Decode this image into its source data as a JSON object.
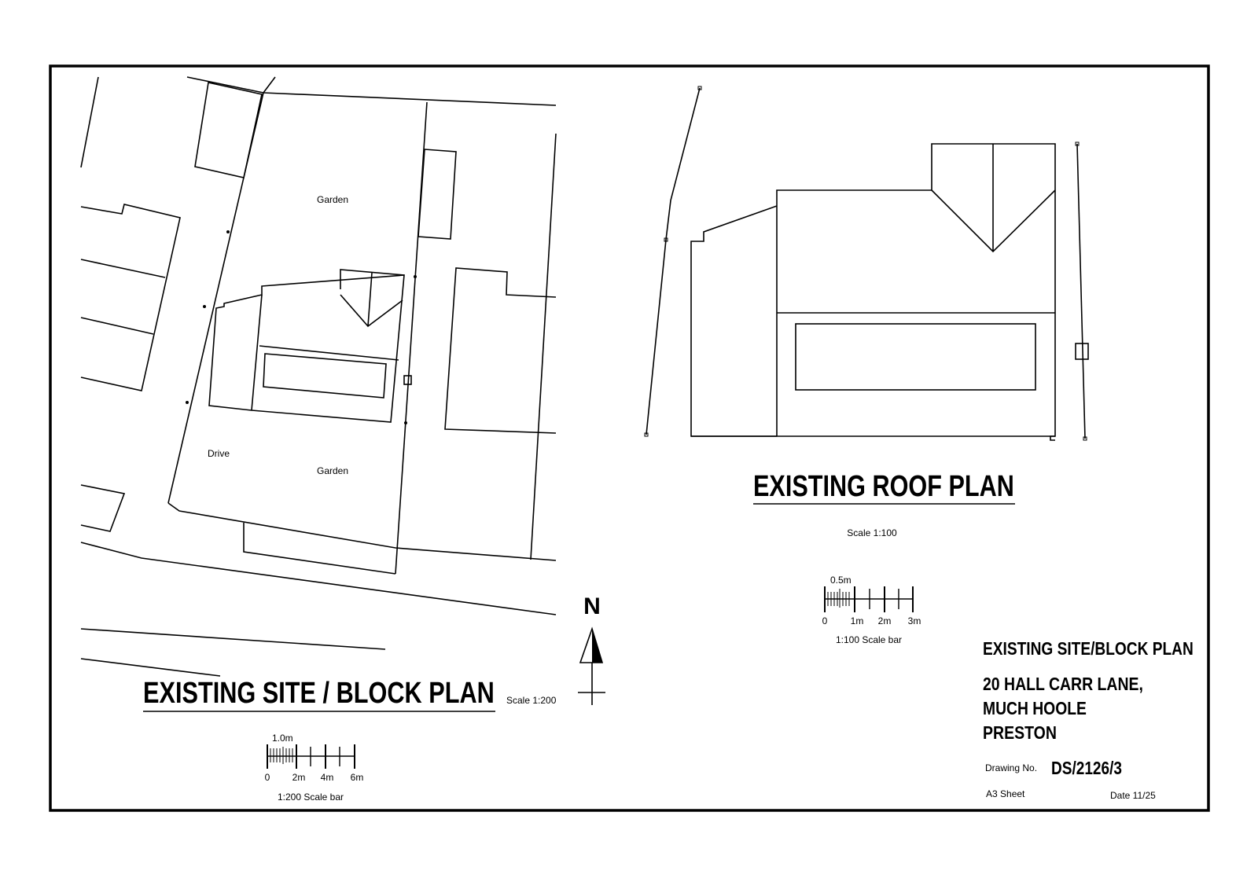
{
  "site_plan": {
    "title": "EXISTING SITE / BLOCK PLAN",
    "scale": "Scale 1:200",
    "labels": {
      "garden_top": "Garden",
      "garden_bottom": "Garden",
      "drive": "Drive"
    },
    "scale_bar": {
      "caption": "1:200 Scale bar",
      "sub_label": "1.0m",
      "ticks": [
        "0",
        "2m",
        "4m",
        "6m"
      ]
    }
  },
  "north_arrow": {
    "label": "N"
  },
  "roof_plan": {
    "title": "EXISTING ROOF PLAN",
    "scale": "Scale 1:100",
    "scale_bar": {
      "caption": "1:100 Scale bar",
      "sub_label": "0.5m",
      "ticks": [
        "0",
        "1m",
        "2m",
        "3m"
      ]
    }
  },
  "title_block": {
    "heading": "EXISTING SITE/BLOCK PLAN",
    "address": [
      "20 HALL CARR LANE,",
      "MUCH HOOLE",
      "PRESTON"
    ],
    "drawing_no_label": "Drawing No.",
    "drawing_no": "DS/2126/3",
    "sheet": "A3 Sheet",
    "date": "Date 11/25"
  }
}
